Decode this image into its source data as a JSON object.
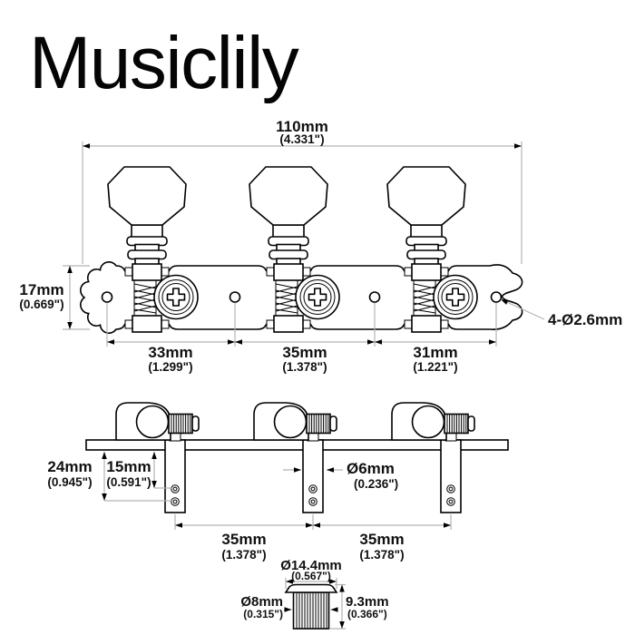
{
  "brand": {
    "logo_text": "Musiclily"
  },
  "colors": {
    "background": "#ffffff",
    "outline": "#000000",
    "dimension_line": "#b4b4b4",
    "text": "#111111"
  },
  "top_view": {
    "overall_width": {
      "mm": "110mm",
      "inch": "(4.331\")"
    },
    "plate_height": {
      "mm": "17mm",
      "inch": "(0.669\")"
    },
    "mount_holes_label": "4-Ø2.6mm",
    "hole_spacings": [
      {
        "mm": "33mm",
        "inch": "(1.299\")"
      },
      {
        "mm": "35mm",
        "inch": "(1.378\")"
      },
      {
        "mm": "31mm",
        "inch": "(1.221\")"
      }
    ]
  },
  "side_view": {
    "post_length": {
      "mm": "24mm",
      "inch": "(0.945\")"
    },
    "string_hole_distance": {
      "mm": "15mm",
      "inch": "(0.591\")"
    },
    "post_diameter": {
      "mm": "Ø6mm",
      "inch": "(0.236\")"
    },
    "post_spacings": [
      {
        "mm": "35mm",
        "inch": "(1.378\")"
      },
      {
        "mm": "35mm",
        "inch": "(1.378\")"
      }
    ]
  },
  "bushing": {
    "head_diameter": {
      "mm": "Ø14.4mm",
      "inch": "(0.567\")"
    },
    "body_diameter": {
      "mm": "Ø8mm",
      "inch": "(0.315\")"
    },
    "height": {
      "mm": "9.3mm",
      "inch": "(0.366\")"
    }
  }
}
